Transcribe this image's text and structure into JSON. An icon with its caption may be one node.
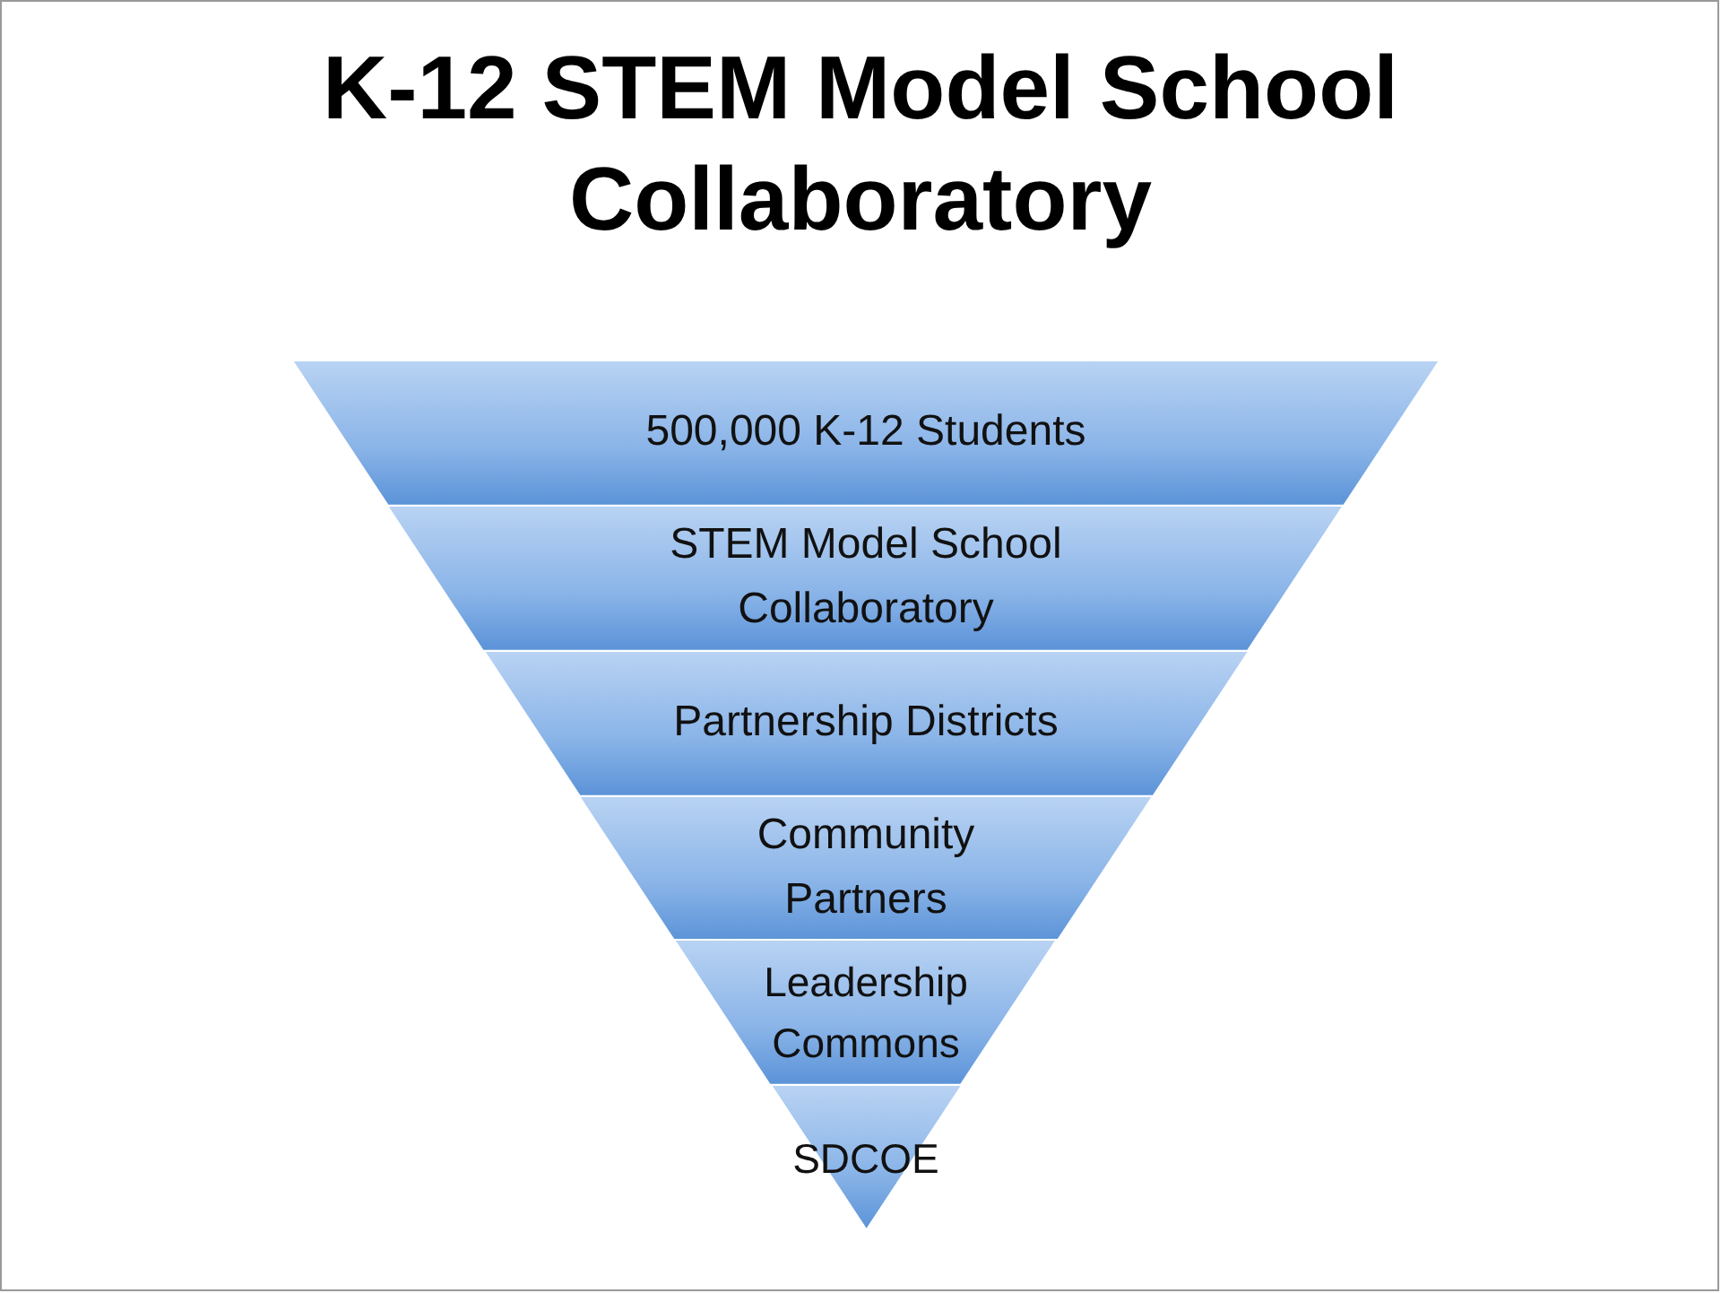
{
  "diagram": {
    "title": "K-12 STEM Model School Collaboratory",
    "nodes": [
      {
        "text": [
          "500,000 K-12 Students"
        ]
      },
      {
        "text": [
          "STEM Model School Collaboratory"
        ]
      },
      {
        "text": [
          "Partnership Districts"
        ]
      },
      {
        "text": [
          "Community Partners"
        ]
      },
      {
        "text": [
          "Leadership Commons"
        ]
      },
      {
        "text": [
          "SDCOE"
        ]
      }
    ]
  }
}
